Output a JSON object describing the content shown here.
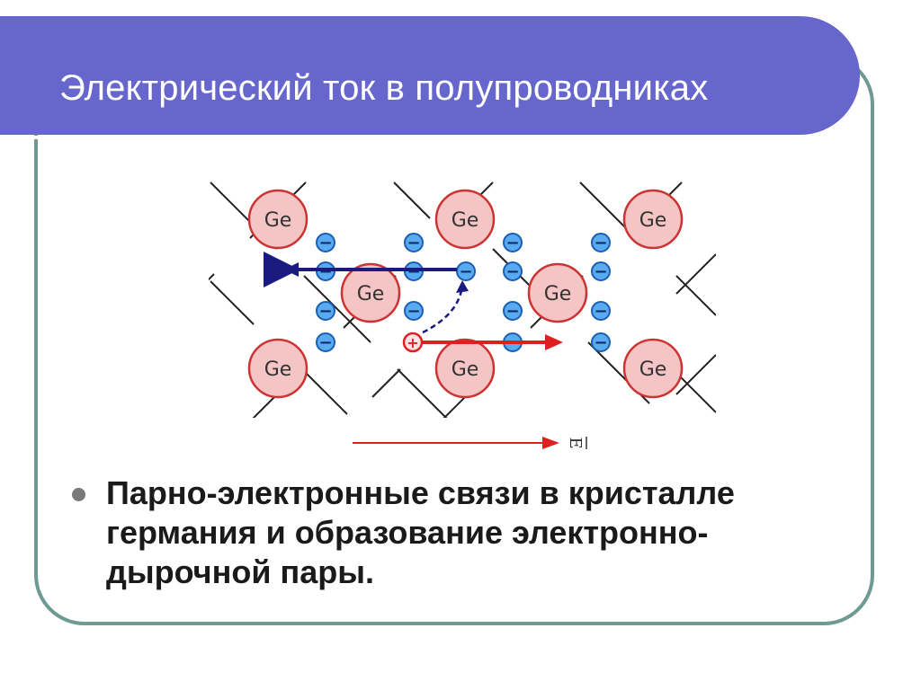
{
  "slide": {
    "title": "Электрический ток в полупроводниках",
    "bullet": "Парно-электронные связи в кристалле германия и образование электронно-дырочной пары."
  },
  "diagram": {
    "atom_label": "Ge",
    "electron_symbol": "−",
    "hole_symbol": "+",
    "field_label": "E",
    "colors": {
      "atom_fill": "#f5c4c4",
      "atom_stroke": "#cc3333",
      "electron_fill": "#5aaaf0",
      "electron_stroke": "#1a5fb4",
      "bond_line": "#222222",
      "electron_arrow": "#1a1a80",
      "hole_arrow": "#e02020",
      "field_arrow": "#e02020",
      "title_bar": "#6666cc",
      "frame": "#6f9a92"
    }
  }
}
